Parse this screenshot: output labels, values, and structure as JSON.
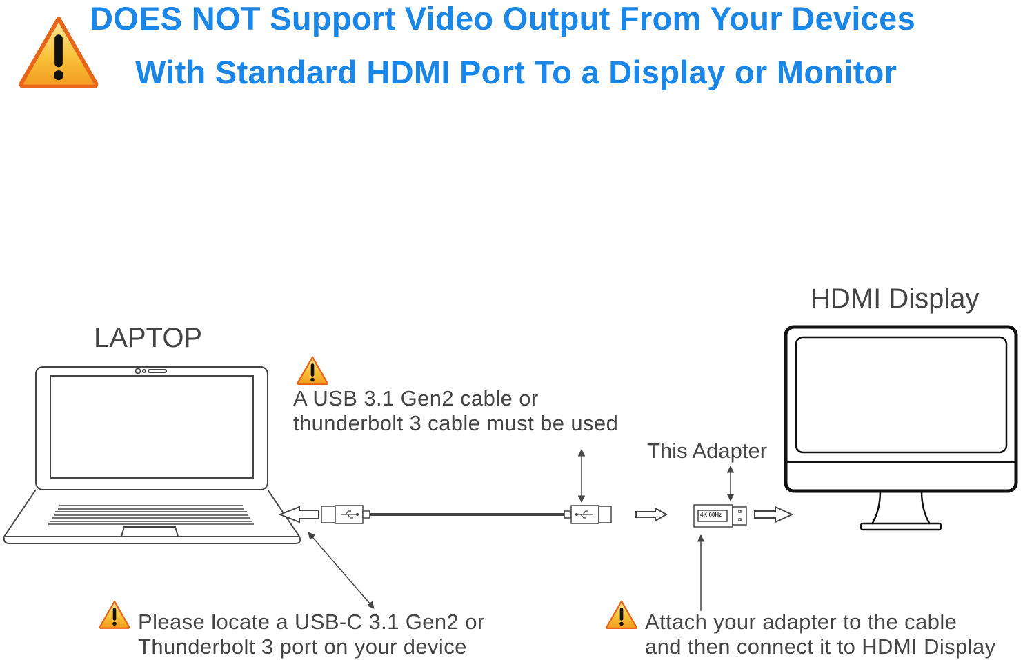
{
  "header": {
    "line1": "DOES NOT Support Video Output From Your  Devices",
    "line2": "With Standard HDMI Port To a Display or Monitor",
    "icon": "warning-triangle-icon",
    "color": "#1a86e8"
  },
  "devices": {
    "laptop_label": "LAPTOP",
    "display_label": "HDMI Display",
    "adapter_label": "This Adapter",
    "adapter_badge": "4K 60Hz"
  },
  "notes": {
    "cable": {
      "line1": "A USB 3.1 Gen2 cable or",
      "line2": "thunderbolt 3 cable must be used",
      "icon": "warning-triangle-icon"
    },
    "port": {
      "line1": "Please locate a USB-C 3.1 Gen2 or",
      "line2": "Thunderbolt 3 port on your device",
      "icon": "warning-triangle-icon"
    },
    "attach": {
      "line1": "Attach your adapter to the cable",
      "line2": "and then connect it to HDMI Display",
      "icon": "warning-triangle-icon"
    }
  },
  "colors": {
    "line": "#444444",
    "warning_fill": "#f5a623",
    "warning_border": "#e8651a"
  }
}
